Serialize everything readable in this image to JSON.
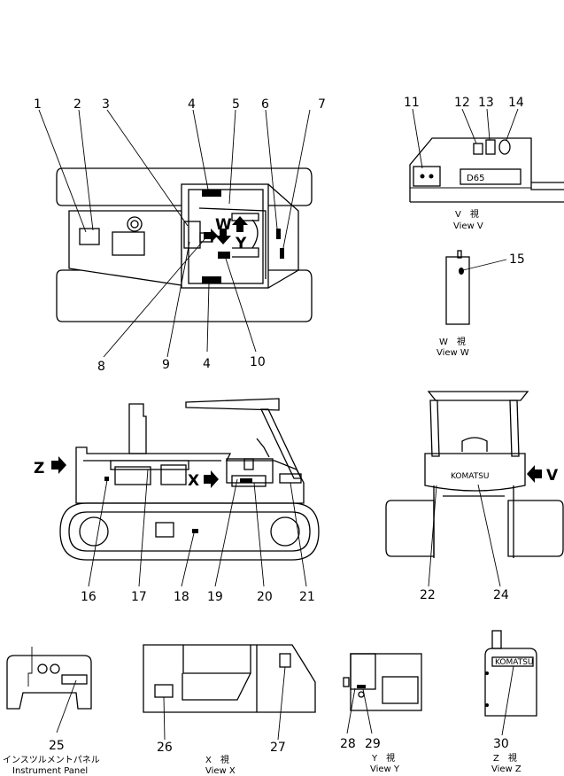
{
  "callouts": [
    {
      "id": "c1",
      "text": "1"
    },
    {
      "id": "c2",
      "text": "2"
    },
    {
      "id": "c3",
      "text": "3"
    },
    {
      "id": "c4a",
      "text": "4"
    },
    {
      "id": "c4b",
      "text": "4"
    },
    {
      "id": "c5",
      "text": "5"
    },
    {
      "id": "c6",
      "text": "6"
    },
    {
      "id": "c7",
      "text": "7"
    },
    {
      "id": "c8",
      "text": "8"
    },
    {
      "id": "c9",
      "text": "9"
    },
    {
      "id": "c10",
      "text": "10"
    },
    {
      "id": "c11",
      "text": "11"
    },
    {
      "id": "c12",
      "text": "12"
    },
    {
      "id": "c13",
      "text": "13"
    },
    {
      "id": "c14",
      "text": "14"
    },
    {
      "id": "c15",
      "text": "15"
    },
    {
      "id": "c16",
      "text": "16"
    },
    {
      "id": "c17",
      "text": "17"
    },
    {
      "id": "c18",
      "text": "18"
    },
    {
      "id": "c19",
      "text": "19"
    },
    {
      "id": "c20",
      "text": "20"
    },
    {
      "id": "c21",
      "text": "21"
    },
    {
      "id": "c22",
      "text": "22"
    },
    {
      "id": "c24",
      "text": "24"
    },
    {
      "id": "c25",
      "text": "25"
    },
    {
      "id": "c26",
      "text": "26"
    },
    {
      "id": "c27",
      "text": "27"
    },
    {
      "id": "c28",
      "text": "28"
    },
    {
      "id": "c29",
      "text": "29"
    },
    {
      "id": "c30",
      "text": "30"
    }
  ],
  "view_letters": {
    "w": "W",
    "y": "Y",
    "x": "X",
    "z": "Z",
    "v": "V"
  },
  "captions": {
    "view_v_jp": "V　視",
    "view_v": "View  V",
    "view_w_jp": "W　視",
    "view_w": "View  W",
    "instrument_jp": "インスツルメントパネル",
    "instrument": "Instrument Panel",
    "view_x_jp": "X　視",
    "view_x": "View  X",
    "view_y_jp": "Y　視",
    "view_y": "View  Y",
    "view_z_jp": "Z　視",
    "view_z": "View  Z"
  },
  "plates": {
    "model": "D65",
    "brand": "KOMATSU"
  }
}
